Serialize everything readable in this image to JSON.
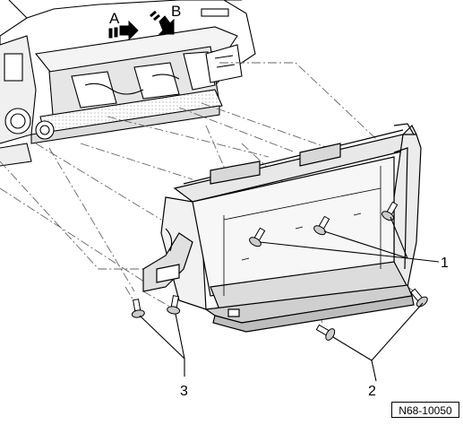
{
  "view_labels": {
    "a": "A",
    "b": "B"
  },
  "callouts": {
    "c1": "1",
    "c2": "2",
    "c3": "3"
  },
  "reference": "N68-10050",
  "colors": {
    "line": "#000000",
    "hidden_line": "#666666",
    "shade": "#c8c8c8",
    "light_shade": "#e6e6e6"
  }
}
